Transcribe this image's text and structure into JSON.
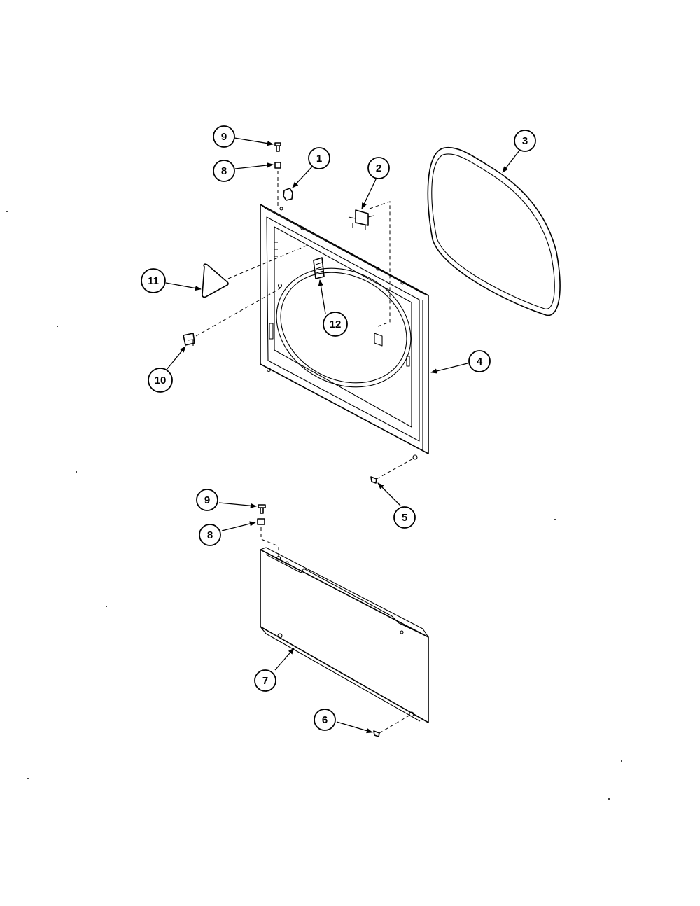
{
  "diagram": {
    "callouts": [
      {
        "id": "c1",
        "label": "1"
      },
      {
        "id": "c2",
        "label": "2"
      },
      {
        "id": "c3",
        "label": "3"
      },
      {
        "id": "c4",
        "label": "4"
      },
      {
        "id": "c5",
        "label": "5"
      },
      {
        "id": "c6",
        "label": "6"
      },
      {
        "id": "c7",
        "label": "7"
      },
      {
        "id": "c8a",
        "label": "8"
      },
      {
        "id": "c8b",
        "label": "8"
      },
      {
        "id": "c9a",
        "label": "9"
      },
      {
        "id": "c9b",
        "label": "9"
      },
      {
        "id": "c10",
        "label": "10"
      },
      {
        "id": "c11",
        "label": "11"
      },
      {
        "id": "c12",
        "label": "12"
      }
    ]
  }
}
